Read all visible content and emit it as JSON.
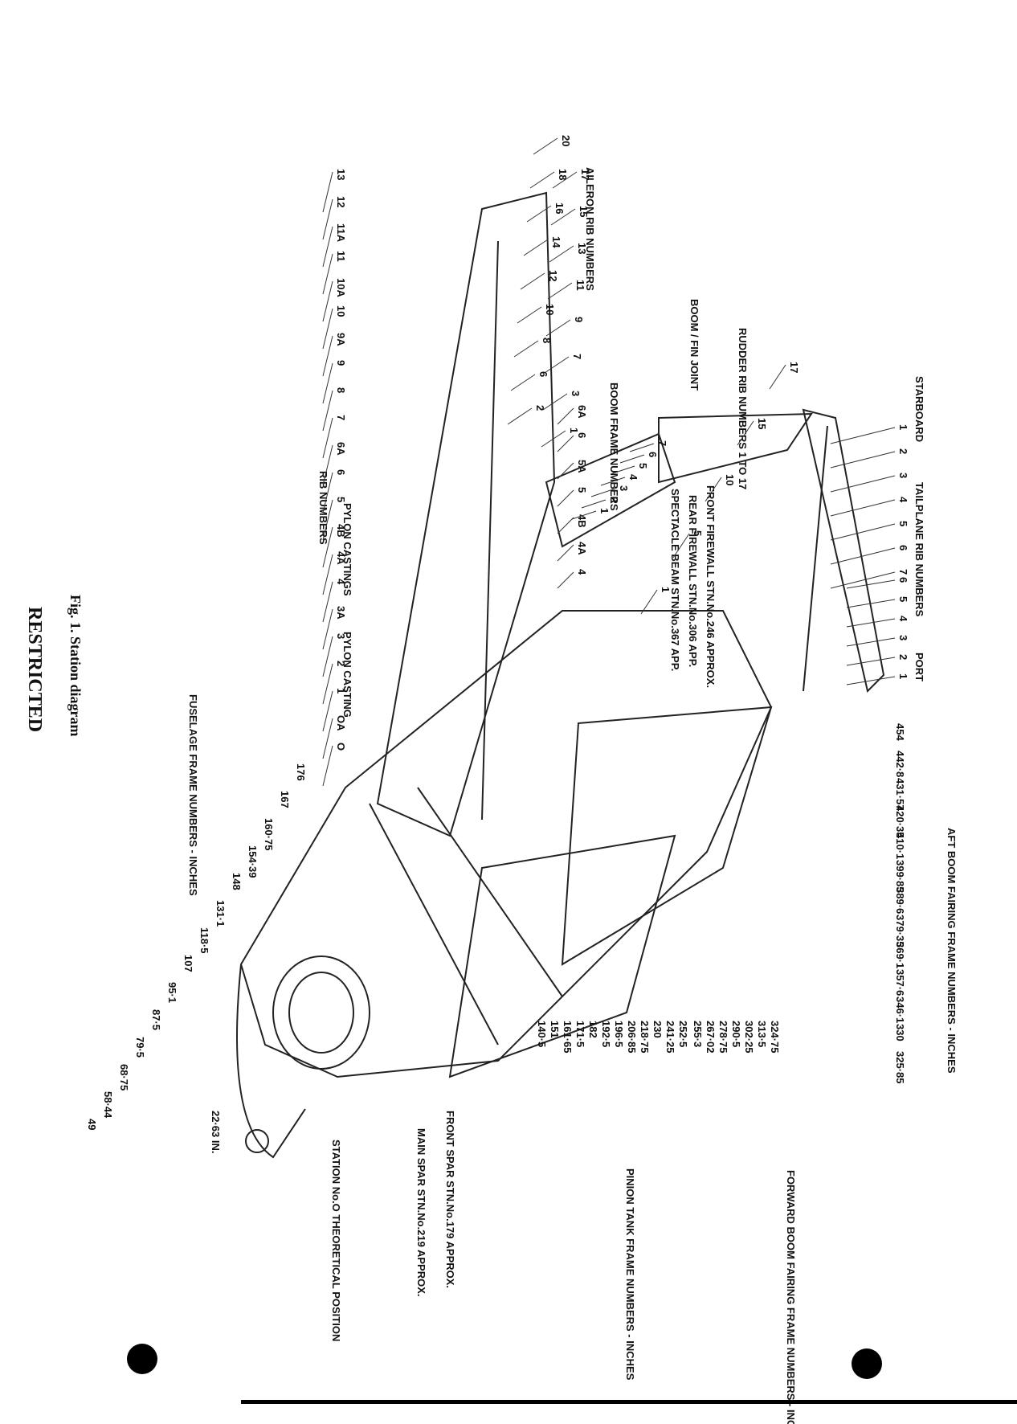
{
  "title": "Fig. 1.  Station diagram",
  "classification": "RESTRICTED",
  "headings": {
    "starboard": "STARBOARD",
    "port": "PORT",
    "tailplane_rib_numbers": "TAILPLANE RIB NUMBERS",
    "rudder_rib_numbers": "RUDDER RIB NUMBERS 1 TO 17",
    "boom_fin_joint": "BOOM / FIN JOINT",
    "boom_frame_numbers": "BOOM FRAME NUMBERS",
    "aileron_rib_numbers": "AILERON RIB NUMBERS",
    "rib_numbers": "RIB NUMBERS",
    "pylon_castings": "PYLON CASTINGS",
    "pylon_casting": "PYLON CASTING",
    "front_firewall": "FRONT FIREWALL  STN.No.246 APPROX.",
    "rear_firewall": "REAR FIREWALL  STN.No.306 APP.",
    "spectacle_beam": "SPECTACLE BEAM  STN.No.367 APP.",
    "fuselage_frame_numbers": "FUSELAGE FRAME NUMBERS - INCHES",
    "aft_boom_fairing": "AFT BOOM FAIRING FRAME NUMBERS - INCHES",
    "forward_boom_fairing": "FORWARD BOOM FAIRING FRAME NUMBERS - INCHES",
    "pinion_tank_frame": "PINION TANK FRAME NUMBERS - INCHES",
    "front_spar": "FRONT SPAR STN.No.179 APPROX.",
    "main_spar": "MAIN SPAR STN.No.219 APPROX.",
    "station_zero": "STATION No.O THEORETICAL POSITION",
    "nose_offset": "22·63 IN."
  },
  "tailplane_ribs_starboard": [
    "1",
    "2",
    "3",
    "4",
    "5",
    "6",
    "7"
  ],
  "tailplane_ribs_port": [
    "6",
    "5",
    "4",
    "3",
    "2",
    "1"
  ],
  "rudder_ribs": [
    "17",
    "15",
    "10",
    "5",
    "1"
  ],
  "boom_frames": [
    "7",
    "6",
    "5",
    "4",
    "3",
    "2",
    "1"
  ],
  "aileron_ribs_outer": [
    "20",
    "18",
    "16",
    "14",
    "12",
    "10",
    "8",
    "6",
    "2"
  ],
  "aileron_ribs_inner": [
    "17",
    "15",
    "13",
    "11",
    "9",
    "7",
    "3",
    "1"
  ],
  "wing_ribs_upper": [
    "6A",
    "6",
    "5A",
    "5",
    "4B",
    "4A",
    "4"
  ],
  "wing_ribs": [
    "13",
    "12",
    "11A",
    "11",
    "10A",
    "10",
    "9A",
    "9",
    "8",
    "7",
    "6A",
    "6",
    "5",
    "4B",
    "4A",
    "4",
    "3A",
    "3",
    "2",
    "1",
    "OA",
    "O"
  ],
  "fuselage_frames": [
    "176",
    "167",
    "160·75",
    "154·39",
    "148",
    "131·1",
    "118·5",
    "107",
    "95·1",
    "87·5",
    "79·5",
    "68·75",
    "58·44",
    "49"
  ],
  "aft_boom_frames": [
    "454",
    "442·8",
    "431·57",
    "420·35",
    "410·1",
    "399·85",
    "389·6",
    "379·35",
    "369·1",
    "357·6",
    "346·1",
    "330",
    "325·85"
  ],
  "forward_boom_frames": [
    "324·75",
    "313·5",
    "302·25",
    "290·5",
    "278·75",
    "267·02",
    "255·3"
  ],
  "pinion_tank_frames": [
    "252·5",
    "241·25",
    "230",
    "218·75",
    "206·85",
    "196·5",
    "192·5",
    "182",
    "171·5",
    "161·65",
    "151",
    "140·5"
  ]
}
